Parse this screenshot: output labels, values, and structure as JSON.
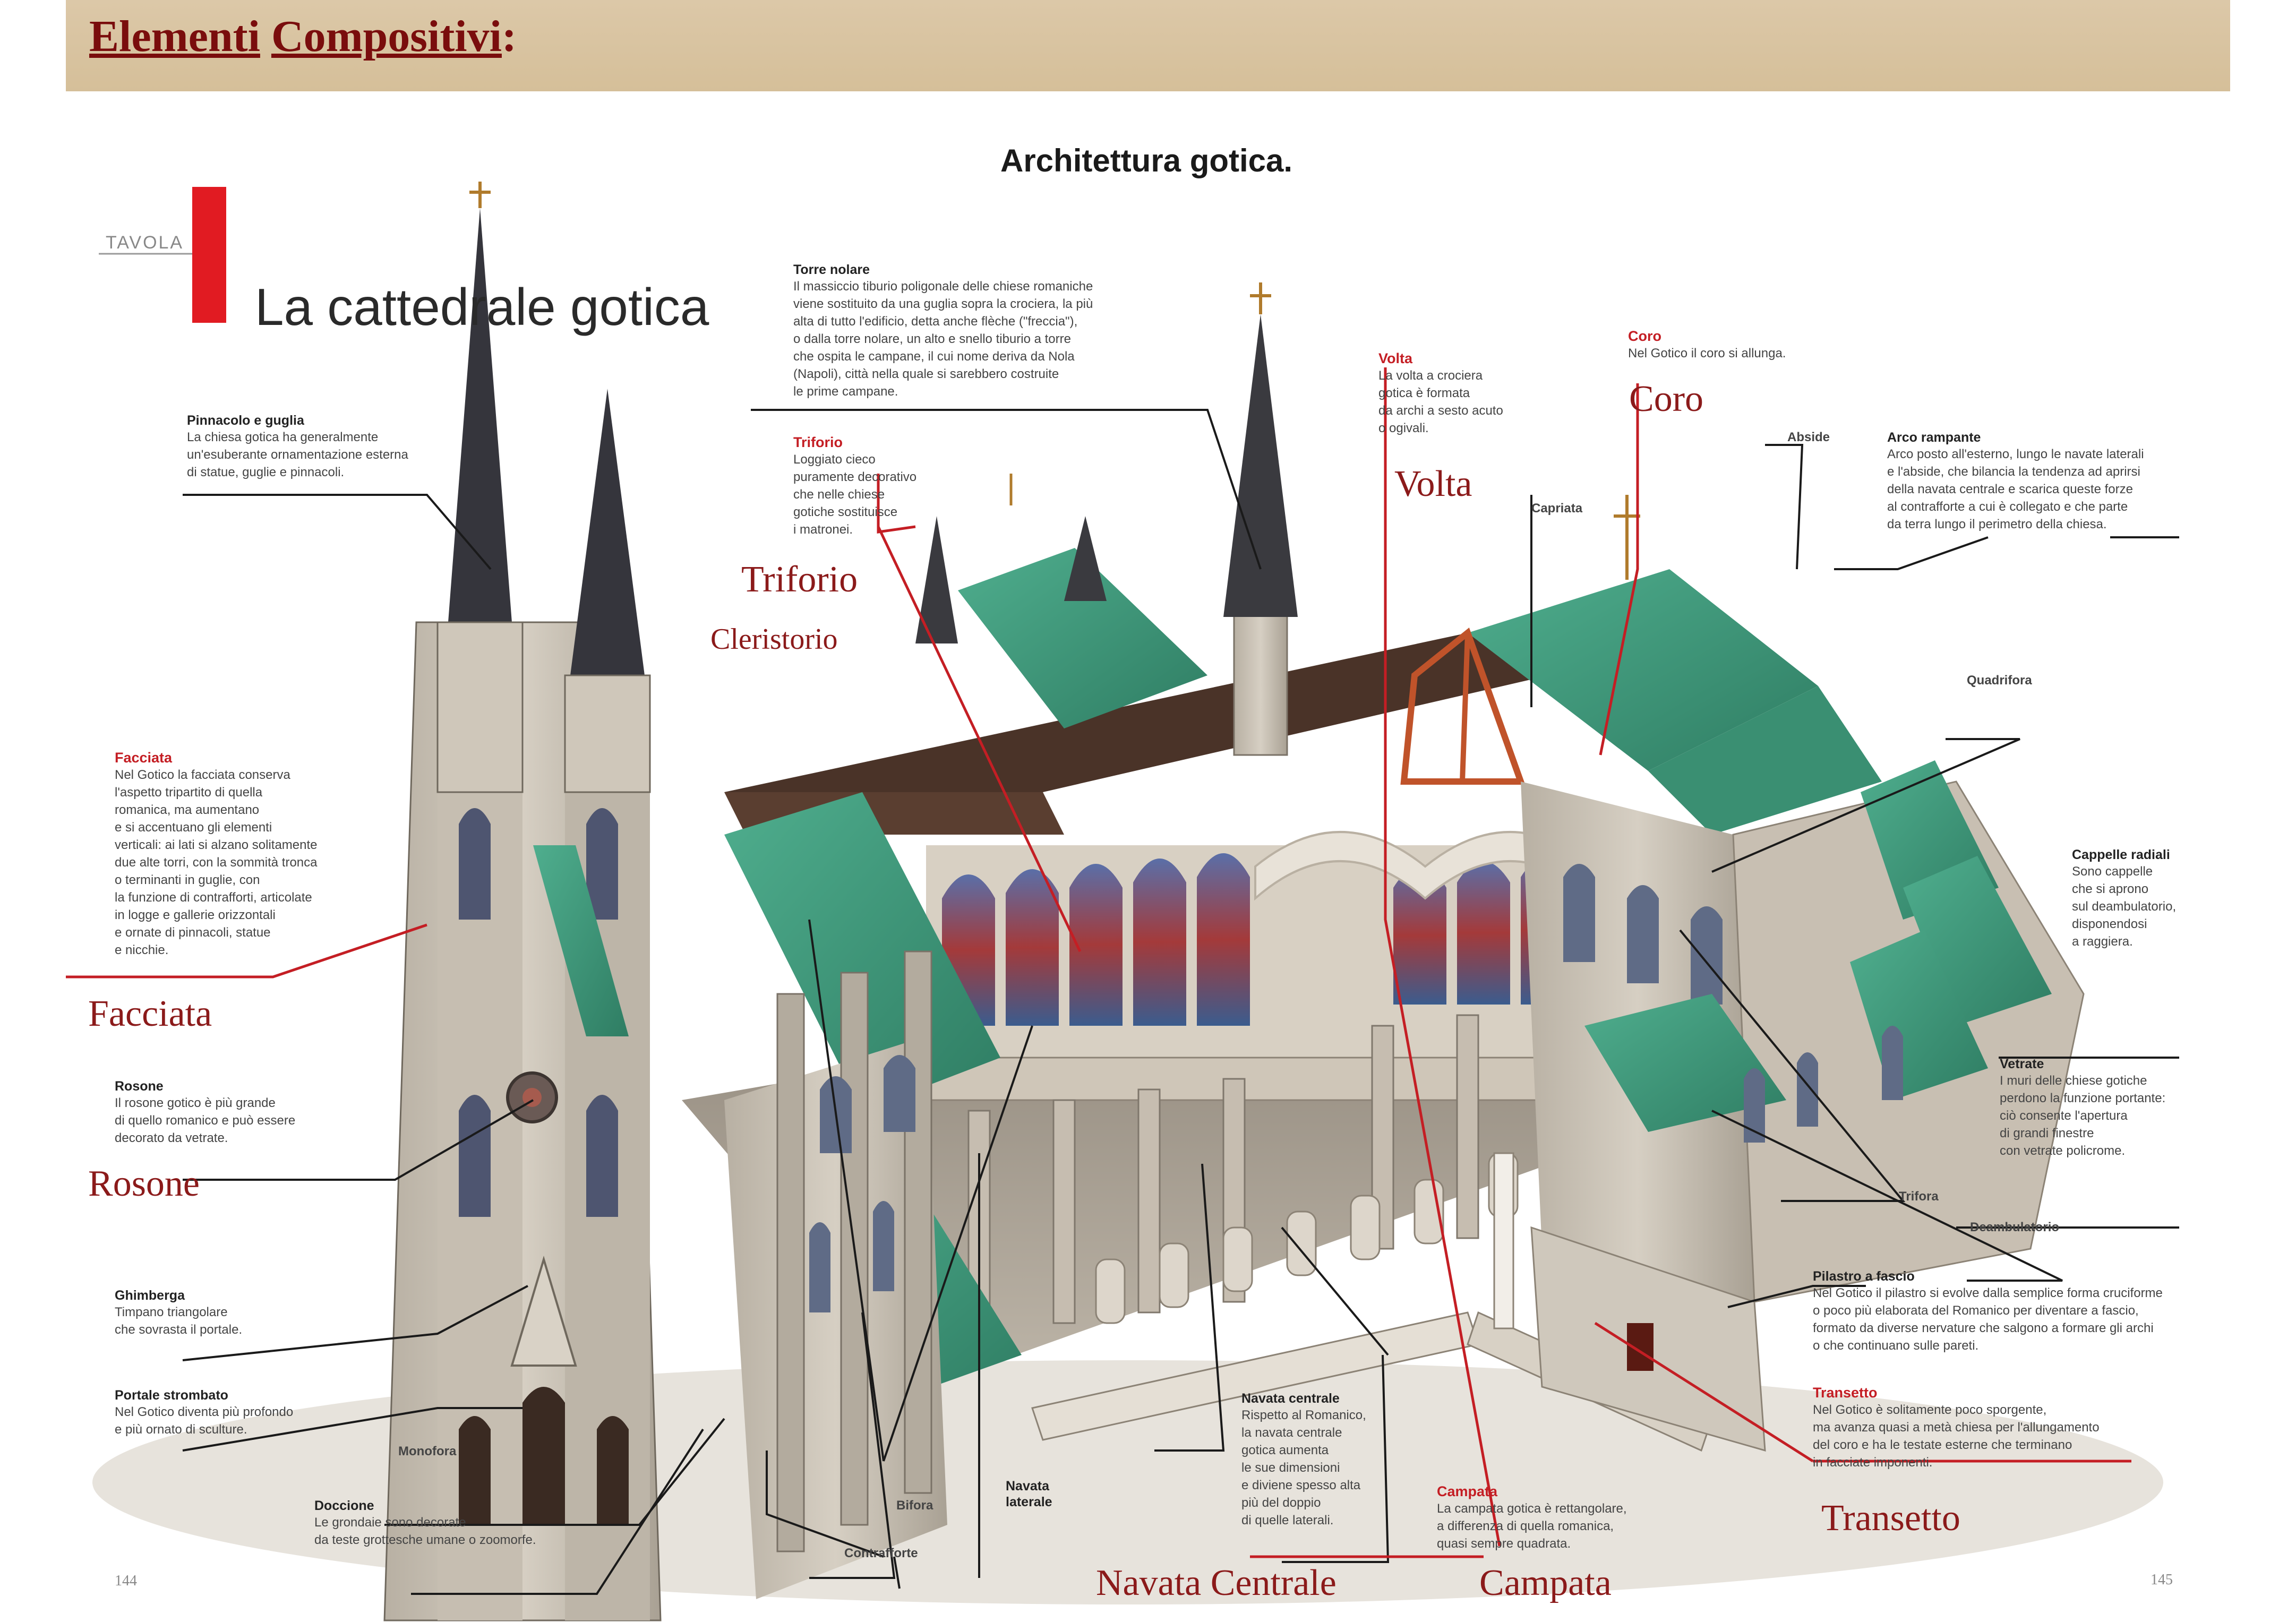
{
  "header": {
    "title_word1": "Elementi",
    "title_word2": "Compositivi",
    "title_colon": ":"
  },
  "figure": {
    "title": "Architettura gotica.",
    "tavola": "TAVOLA",
    "big_title": "La cattedrale gotica",
    "page_left": "144",
    "page_right": "145"
  },
  "captions": {
    "torre_nolare": {
      "heading": "Torre nolare",
      "body": "Il massiccio tiburio poligonale delle chiese romaniche\nviene sostituito da una guglia sopra la crociera, la più\nalta di tutto l'edificio, detta anche flèche (\"freccia\"),\no dalla torre nolare, un alto e snello tiburio a torre\nche ospita le campane, il cui nome deriva da Nola\n(Napoli), città nella quale si sarebbero costruite\nle prime campane."
    },
    "pinnacolo": {
      "heading": "Pinnacolo e guglia",
      "body": "La chiesa gotica ha generalmente\nun'esuberante ornamentazione esterna\ndi statue, guglie e pinnacoli."
    },
    "triforio": {
      "heading": "Triforio",
      "body": "Loggiato cieco\npuramente decorativo\nche nelle chiese\ngotiche sostituisce\ni matronei."
    },
    "volta": {
      "heading": "Volta",
      "body": "La volta a crociera\ngotica è formata\nda archi a sesto acuto\no ogivali."
    },
    "coro": {
      "heading": "Coro",
      "body": "Nel Gotico il coro si allunga."
    },
    "abside": {
      "heading": "Abside"
    },
    "capriata": {
      "heading": "Capriata"
    },
    "arco_rampante": {
      "heading": "Arco rampante",
      "body": "Arco posto all'esterno, lungo le navate laterali\ne l'abside, che bilancia la tendenza ad aprirsi\ndella navata centrale e scarica queste forze\nal contrafforte a cui è collegato e che parte\nda terra lungo il perimetro della chiesa."
    },
    "quadrifora": {
      "heading": "Quadrifora"
    },
    "facciata": {
      "heading": "Facciata",
      "body": "Nel Gotico la facciata conserva\nl'aspetto tripartito di quella\nromanica, ma aumentano\ne si accentuano gli elementi\nverticali: ai lati si alzano solitamente\ndue alte torri, con la sommità tronca\no terminanti in guglie, con\nla funzione di contrafforti, articolate\nin logge e gallerie orizzontali\ne ornate di pinnacoli, statue\ne nicchie."
    },
    "cappelle": {
      "heading": "Cappelle radiali",
      "body": "Sono cappelle\nche si aprono\nsul deambulatorio,\ndisponendosi\na raggiera."
    },
    "rosone": {
      "heading": "Rosone",
      "body": "Il rosone gotico è più grande\ndi quello romanico e può essere\ndecorato da vetrate."
    },
    "vetrate": {
      "heading": "Vetrate",
      "body": "I muri delle chiese gotiche\nperdono la funzione portante:\nciò consente l'apertura\ndi grandi finestre\ncon vetrate policrome."
    },
    "trifora": {
      "heading": "Trifora"
    },
    "deambulatorio": {
      "heading": "Deambulatorio"
    },
    "pilastro": {
      "heading": "Pilastro a fascio",
      "body": "Nel Gotico il pilastro si evolve dalla semplice forma cruciforme\no poco più elaborata del Romanico per diventare a fascio,\nformato da diverse nervature che salgono a formare gli archi\no che continuano sulle pareti."
    },
    "ghimberga": {
      "heading": "Ghimberga",
      "body": "Timpano triangolare\nche sovrasta il portale."
    },
    "transetto": {
      "heading": "Transetto",
      "body": "Nel Gotico è solitamente poco sporgente,\nma avanza quasi a metà chiesa per l'allungamento\ndel coro e ha le testate esterne che terminano\nin facciate imponenti."
    },
    "portale": {
      "heading": "Portale strombato",
      "body": "Nel Gotico diventa più profondo\ne più ornato di sculture."
    },
    "monofora": {
      "heading": "Monofora"
    },
    "navata_centrale": {
      "heading": "Navata centrale",
      "body": "Rispetto al Romanico,\nla navata centrale\ngotica aumenta\nle sue dimensioni\ne diviene spesso alta\npiù del doppio\ndi quelle laterali."
    },
    "navata_laterale": {
      "heading": "Navata\nlaterale"
    },
    "bifora": {
      "heading": "Bifora"
    },
    "doccione": {
      "heading": "Doccione",
      "body": "Le grondaie sono decorate\nda teste grottesche umane o zoomorfe."
    },
    "contrafforte": {
      "heading": "Contrafforte"
    },
    "campata": {
      "heading": "Campata",
      "body": "La campata gotica è rettangolare,\na differenza di quella romanica,\nquasi sempre quadrata."
    }
  },
  "labels": {
    "coro": "Coro",
    "volta": "Volta",
    "triforio": "Triforio",
    "cleristorio": "Cleristorio",
    "facciata": "Facciata",
    "rosone": "Rosone",
    "transetto": "Transetto",
    "navata_centrale": "Navata Centrale",
    "campata": "Campata"
  },
  "colors": {
    "accent_red": "#c41e24",
    "label_red": "#8b1a1a",
    "roof_green": "#3e9a7c",
    "stone": "#c7bfb2",
    "header_bg": "#d9c4a2"
  }
}
